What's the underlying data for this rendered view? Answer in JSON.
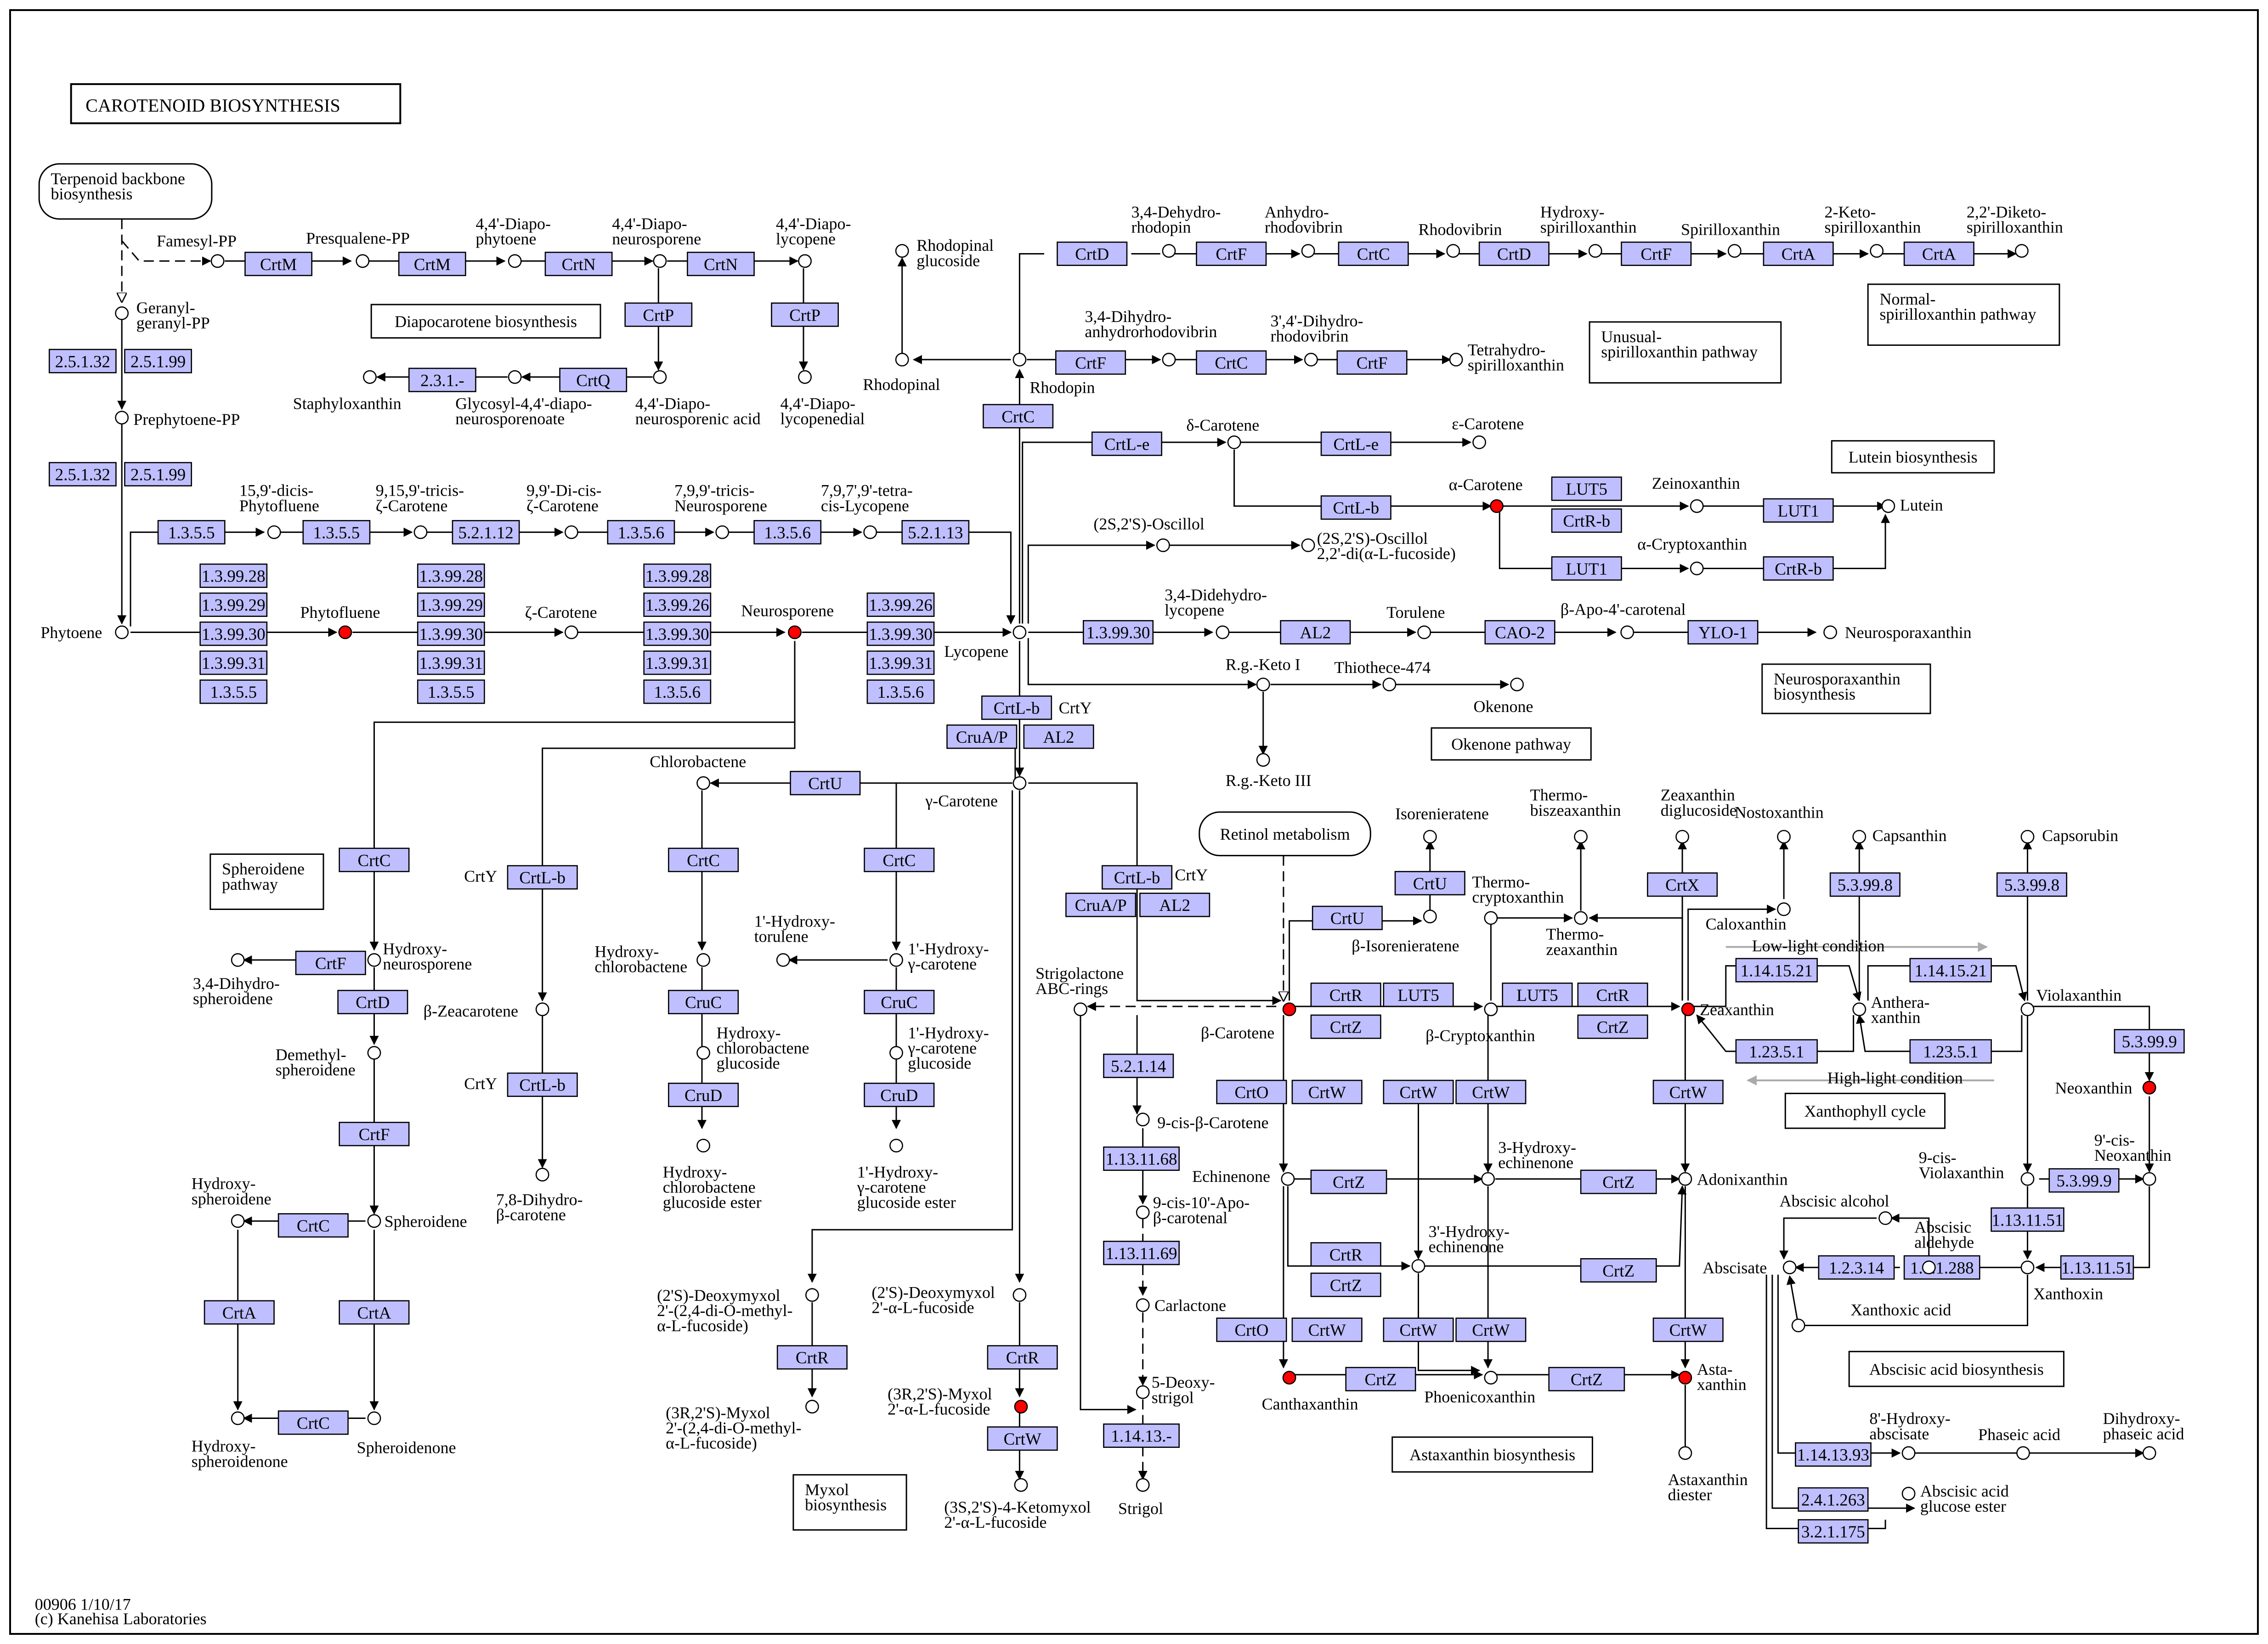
{
  "title": "CAROTENOID BIOSYNTHESIS",
  "map_id": "00906 1/10/17",
  "copyright": "(c) Kanehisa Laboratories",
  "colors": {
    "enzyme_fill": "#bfbfff",
    "highlight": "#ff0000"
  },
  "maps": [
    {
      "id": "terp",
      "label": "Terpenoid backbone biosynthesis",
      "rounded": true
    },
    {
      "id": "retinol",
      "label": "Retinol metabolism",
      "rounded": true
    },
    {
      "id": "diapo",
      "label": "Diapocarotene biosynthesis"
    },
    {
      "id": "unusual",
      "label": "Unusual-spirilloxanthin pathway"
    },
    {
      "id": "normal",
      "label": "Normal-spirilloxanthin pathway"
    },
    {
      "id": "lutein_b",
      "label": "Lutein biosynthesis"
    },
    {
      "id": "neuro_b",
      "label": "Neurosporaxanthin biosynthesis"
    },
    {
      "id": "okenone_p",
      "label": "Okenone pathway"
    },
    {
      "id": "spher_p",
      "label": "Spheroidene pathway"
    },
    {
      "id": "xanth_c",
      "label": "Xanthophyll cycle"
    },
    {
      "id": "aba_b",
      "label": "Abscisic acid biosynthesis"
    },
    {
      "id": "asta_b",
      "label": "Astaxanthin biosynthesis"
    },
    {
      "id": "myxol_b",
      "label": "Myxol biosynthesis"
    }
  ],
  "enzymes": [
    "2.5.1.32",
    "2.5.1.99",
    "2.5.1.32",
    "2.5.1.99",
    "CrtM",
    "CrtM",
    "CrtN",
    "CrtN",
    "CrtP",
    "CrtP",
    "2.3.1.-",
    "CrtQ",
    "1.3.5.5",
    "1.3.5.5",
    "5.2.1.12",
    "1.3.5.6",
    "1.3.5.6",
    "5.2.1.13",
    "1.3.99.28",
    "1.3.99.29",
    "1.3.99.30",
    "1.3.99.31",
    "1.3.5.5",
    "1.3.99.28",
    "1.3.99.29",
    "1.3.99.30",
    "1.3.99.31",
    "1.3.5.5",
    "1.3.99.28",
    "1.3.99.26",
    "1.3.99.30",
    "1.3.99.31",
    "1.3.5.6",
    "1.3.99.26",
    "1.3.99.30",
    "1.3.99.31",
    "1.3.5.6",
    "CrtD",
    "CrtF",
    "CrtC",
    "CrtD",
    "CrtF",
    "CrtA",
    "CrtA",
    "CrtF",
    "CrtC",
    "CrtF",
    "CrtC",
    "CrtL-e",
    "CrtL-e",
    "CrtL-b",
    "LUT5",
    "CrtR-b",
    "LUT1",
    "LUT1",
    "CrtR-b",
    "1.3.99.30",
    "AL2",
    "CAO-2",
    "YLO-1",
    "CrtL-b",
    "CruA/P",
    "AL2",
    "CrtU",
    "CrtC",
    "CrtC",
    "CrtC",
    "CrtF",
    "CrtD",
    "CrtL-b",
    "CrtL-b",
    "CrtF",
    "CrtC",
    "CrtA",
    "CrtA",
    "CrtC",
    "CruC",
    "CruC",
    "CruD",
    "CruD",
    "CrtL-b",
    "CruA/P",
    "AL2",
    "CrtU",
    "CrtU",
    "CrtX",
    "CrtR",
    "LUT5",
    "CrtZ",
    "LUT5",
    "CrtR",
    "CrtZ",
    "5.2.1.14",
    "1.13.11.68",
    "1.13.11.69",
    "1.14.13.-",
    "CrtO",
    "CrtW",
    "CrtW",
    "CrtW",
    "CrtZ",
    "CrtZ",
    "CrtR",
    "CrtZ",
    "CrtZ",
    "CrtO",
    "CrtW",
    "CrtW",
    "CrtW",
    "CrtZ",
    "CrtZ",
    "CrtW",
    "CrtW",
    "1.14.15.21",
    "1.14.15.21",
    "1.23.5.1",
    "1.23.5.1",
    "5.3.99.8",
    "5.3.99.8",
    "5.3.99.9",
    "5.3.99.9",
    "1.13.11.51",
    "1.13.11.51",
    "1.1.1.288",
    "1.2.3.14",
    "1.14.13.93",
    "2.4.1.263",
    "3.2.1.175",
    "CrtR",
    "CrtR",
    "CrtW"
  ],
  "compounds": [
    "Famesyl-PP",
    "Presqualene-PP",
    "4,4'-Diapo-phytoene",
    "4,4'-Diapo-neurosporene",
    "4,4'-Diapo-lycopene",
    "Geranyl-geranyl-PP",
    "Prephytoene-PP",
    "Staphyloxanthin",
    "Glycosyl-4,4'-diapo-neurosporenoate",
    "4,4'-Diapo-neurosporenic acid",
    "4,4'-Diapo-lycopenedial",
    "15,9'-dicis-Phytofluene",
    "9,15,9'-tricis-ζ-Carotene",
    "9,9'-Di-cis-ζ-Carotene",
    "7,9,9'-tricis-Neurosporene",
    "7,9,7',9'-tetra-cis-Lycopene",
    "Phytoene",
    "Phytofluene",
    "ζ-Carotene",
    "Neurosporene",
    "Lycopene",
    "Rhodopinal glucoside",
    "Rhodopinal",
    "Rhodopin",
    "3,4-Dehydro-rhodopin",
    "Anhydro-rhodovibrin",
    "Rhodovibrin",
    "Hydroxy-spirilloxanthin",
    "Spirilloxanthin",
    "2-Keto-spirilloxanthin",
    "2,2'-Diketo-spirilloxanthin",
    "3,4-Dihydro-anhydrorhodovibrin",
    "3',4'-Dihydro-rhodovibrin",
    "Tetrahydro-spirilloxanthin",
    "δ-Carotene",
    "ε-Carotene",
    "α-Carotene",
    "Zeinoxanthin",
    "Lutein",
    "α-Cryptoxanthin",
    "(2S,2'S)-Oscillol",
    "(2S,2'S)-Oscillol 2,2'-di(α-L-fucoside)",
    "3,4-Didehydro-lycopene",
    "Torulene",
    "β-Apo-4'-carotenal",
    "Neurosporaxanthin",
    "R.g.-Keto I",
    "Thiothece-474",
    "Okenone",
    "R.g.-Keto III",
    "Chlorobactene",
    "γ-Carotene",
    "1'-Hydroxy-torulene",
    "1'-Hydroxy-γ-carotene",
    "Hydroxy-chlorobactene",
    "Hydroxy-chlorobactene glucoside",
    "1'-Hydroxy-γ-carotene glucoside",
    "Hydroxy-chlorobactene glucoside ester",
    "1'-Hydroxy-γ-carotene glucoside ester",
    "Hydroxy-neurosporene",
    "3,4-Dihydro-spheroidene",
    "Demethyl-spheroidene",
    "Spheroidene",
    "Hydroxy-spheroidene",
    "Hydroxy-spheroidenone",
    "Spheroidenone",
    "β-Zeacarotene",
    "7,8-Dihydro-β-carotene",
    "(2'S)-Deoxymyxol 2'-(2,4-di-O-methyl-α-L-fucoside)",
    "(3R,2'S)-Myxol 2'-(2,4-di-O-methyl-α-L-fucoside)",
    "(2'S)-Deoxymyxol 2'-α-L-fucoside",
    "(3R,2'S)-Myxol 2'-α-L-fucoside",
    "(3S,2'S)-4-Ketomyxol 2'-α-L-fucoside",
    "Isorenieratene",
    "β-Isorenieratene",
    "Thermo-bisxeaxanthin",
    "Thermo-cryptoxanthin",
    "Thermo-zeaxanthin",
    "Zeaxanthin diglucoside",
    "Nostoxanthin",
    "Caloxanthin",
    "Capsanthin",
    "Capsorubin",
    "Strigolactone ABC-rings",
    "β-Carotene",
    "β-Cryptoxanthin",
    "Zeaxanthin",
    "Anthera-xanthin",
    "Violaxanthin",
    "9-cis-β-Carotene",
    "9-cis-10'-Apo-β-carotenal",
    "Carlactone",
    "5-Deoxy-strigol",
    "Strigol",
    "Echinenone",
    "3-Hydroxy-echinenone",
    "3'-Hydroxy-echinenone",
    "Adonixanthin",
    "Canthaxanthin",
    "Phoenicoxanthin",
    "Asta-xanthin",
    "Astaxanthin diester",
    "Neoxanthin",
    "9-cis-Violaxanthin",
    "9'-cis-Neoxanthin",
    "Xanthoxin",
    "Abscisic alcohol",
    "Abscisic aldehyde",
    "Abscisate",
    "Xanthoxic acid",
    "8'-Hydroxy-abscisate",
    "Phaseic acid",
    "Dihydroxy-phaseic acid",
    "Abscisic acid glucose ester"
  ],
  "annotations": [
    "Low-light condition",
    "High-light condition"
  ]
}
